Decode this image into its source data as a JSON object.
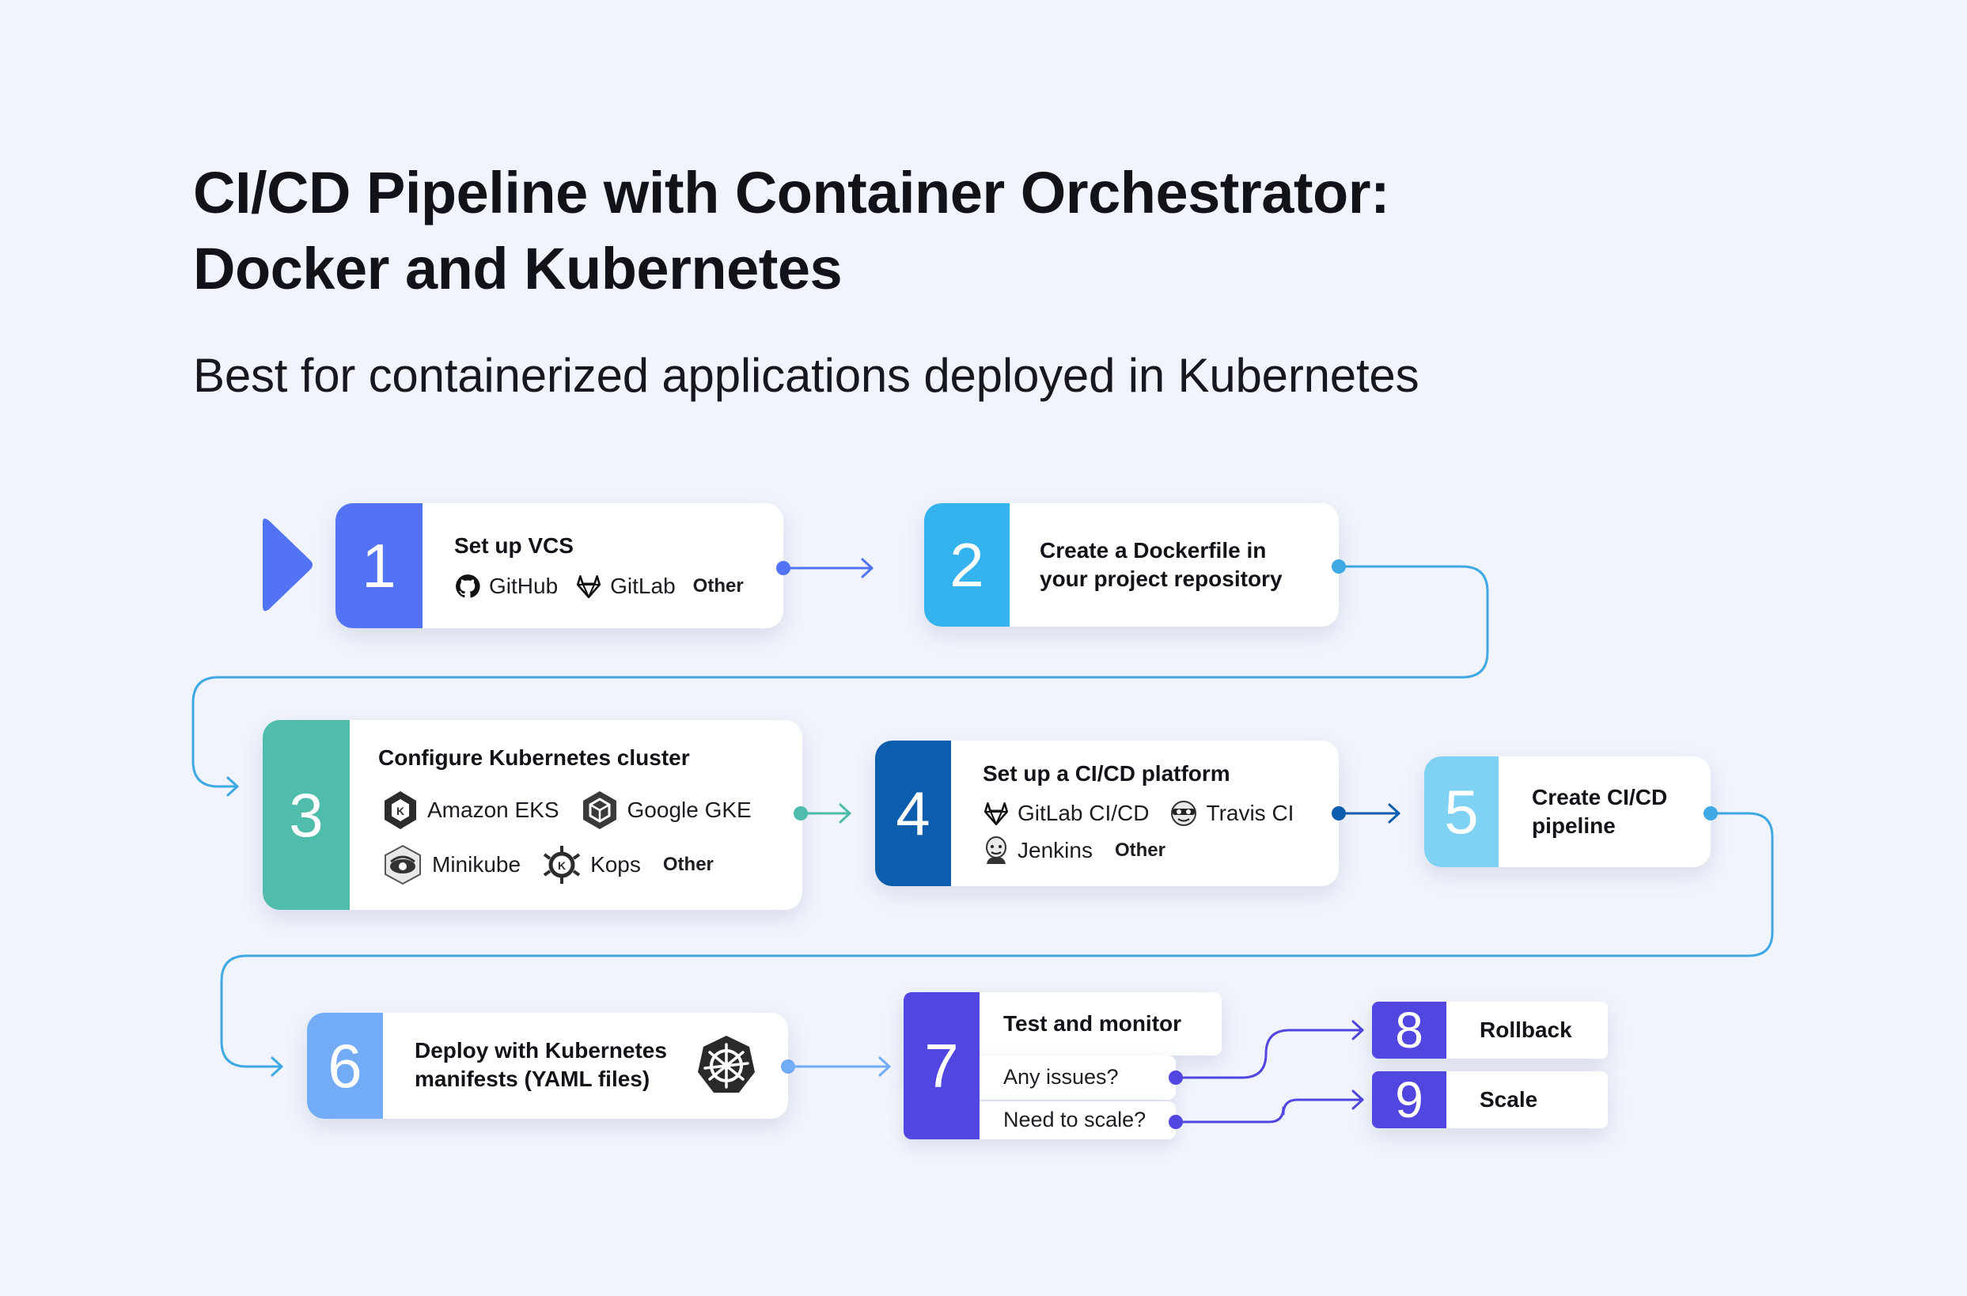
{
  "title_line1": "CI/CD Pipeline with Container Orchestrator:",
  "title_line2": "Docker and Kubernetes",
  "subtitle": "Best for containerized applications deployed in Kubernetes",
  "colors": {
    "step1": "#5273f4",
    "step2": "#35b3ee",
    "step3": "#4fbcac",
    "step4": "#0b5eae",
    "step5": "#7fd2f3",
    "step6": "#72acf7",
    "step7": "#5246e0",
    "step8": "#5246e0",
    "step9": "#5246e0",
    "connector": "#3fa9e4",
    "background": "#f1f4fc"
  },
  "steps": [
    {
      "number": "1",
      "title": "Set up VCS",
      "tools": [
        {
          "name": "GitHub",
          "icon": "github-icon"
        },
        {
          "name": "GitLab",
          "icon": "gitlab-icon"
        }
      ],
      "other": "Other"
    },
    {
      "number": "2",
      "title_line1": "Create a Dockerfile in",
      "title_line2": "your project repository"
    },
    {
      "number": "3",
      "title": "Configure Kubernetes cluster",
      "tools": [
        {
          "name": "Amazon EKS",
          "icon": "amazon-eks-icon"
        },
        {
          "name": "Google GKE",
          "icon": "google-gke-icon"
        },
        {
          "name": "Minikube",
          "icon": "minikube-icon"
        },
        {
          "name": "Kops",
          "icon": "kops-icon"
        }
      ],
      "other": "Other"
    },
    {
      "number": "4",
      "title": "Set up a CI/CD platform",
      "tools": [
        {
          "name": "GitLab CI/CD",
          "icon": "gitlab-icon"
        },
        {
          "name": "Travis CI",
          "icon": "travis-ci-icon"
        },
        {
          "name": "Jenkins",
          "icon": "jenkins-icon"
        }
      ],
      "other": "Other"
    },
    {
      "number": "5",
      "title_line1": "Create CI/CD",
      "title_line2": "pipeline"
    },
    {
      "number": "6",
      "title_line1": "Deploy with Kubernetes",
      "title_line2": "manifests (YAML files)",
      "icon": "kubernetes-icon"
    },
    {
      "number": "7",
      "title": "Test and monitor",
      "question1": "Any issues?",
      "question2": "Need to scale?"
    },
    {
      "number": "8",
      "title": "Rollback"
    },
    {
      "number": "9",
      "title": "Scale"
    }
  ]
}
